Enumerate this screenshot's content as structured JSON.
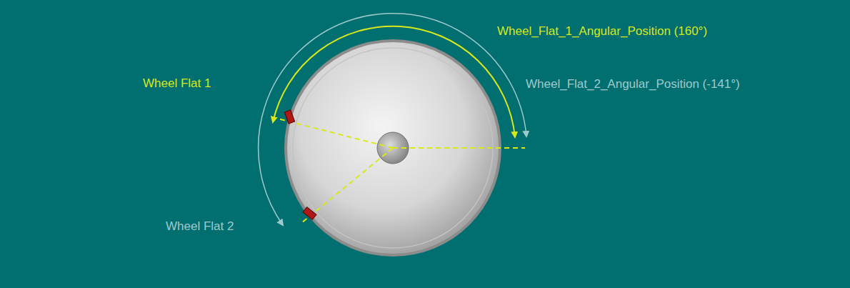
{
  "diagram": {
    "labels": [
      "Wheel_Flat_1_Angular_Position (160°)",
      "Wheel_Flat_2_Angular_Position (-141°)",
      "Wheel Flat 1",
      "Wheel Flat 2"
    ]
  }
}
